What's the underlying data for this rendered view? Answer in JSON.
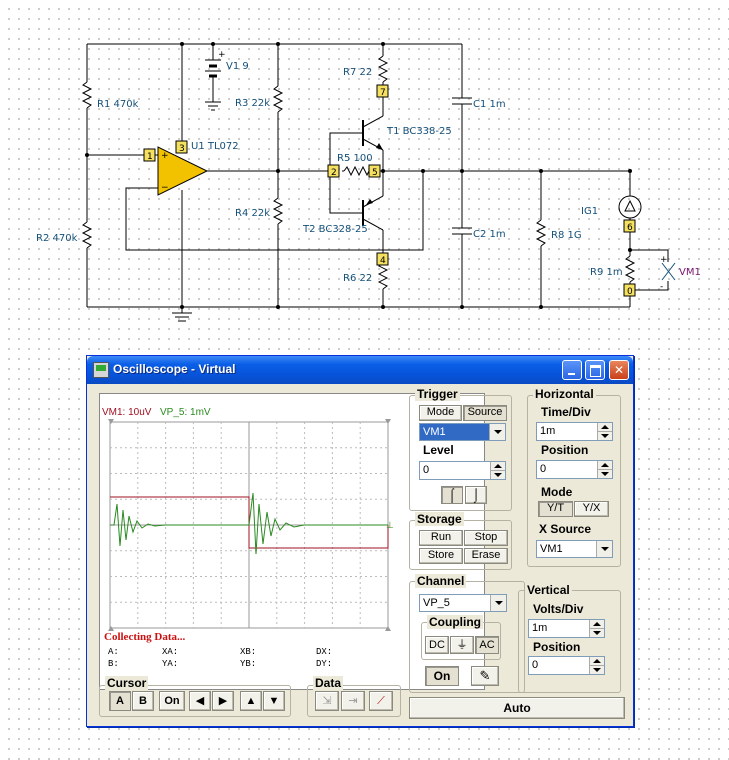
{
  "circuit": {
    "components": {
      "r1": "R1 470k",
      "r2": "R2 470k",
      "r3": "R3 22k",
      "r4": "R4 22k",
      "r5": "R5 100",
      "r6": "R6 22",
      "r7": "R7 22",
      "r8": "R8 1G",
      "r9": "R9 1m",
      "c1": "C1 1m",
      "c2": "C2 1m",
      "u1": "U1 TL072",
      "v1": "V1 9",
      "t1": "T1 BC338-25",
      "t2": "T2 BC328-25",
      "ig1": "IG1",
      "vm1": "VM1"
    },
    "nodes": [
      "1",
      "3",
      "2",
      "5",
      "7",
      "4",
      "6",
      "0"
    ],
    "plus_sign": "+",
    "minus_sign": "-"
  },
  "window": {
    "title": "Oscilloscope - Virtual",
    "screen": {
      "channel_label_a": "VM1: 10uV",
      "channel_label_b": "VP_5: 1mV",
      "status": "Collecting Data...",
      "cursor_readouts": {
        "a": "A:",
        "b": "B:",
        "xa": "XA:",
        "ya": "YA:",
        "xb": "XB:",
        "yb": "YB:",
        "dx": "DX:",
        "dy": "DY:"
      },
      "colors": {
        "ch_a": "#a01020",
        "ch_b": "#2a8a20"
      }
    },
    "trigger": {
      "title": "Trigger",
      "mode_label": "Mode",
      "source_label": "Source",
      "source_value": "VM1",
      "level_label": "Level",
      "level_value": "0",
      "edge_rise_icon": "rising-edge-icon",
      "edge_fall_icon": "falling-edge-icon"
    },
    "horizontal": {
      "title": "Horizontal",
      "time_div_label": "Time/Div",
      "time_div_value": "1m",
      "position_label": "Position",
      "position_value": "0",
      "mode_label": "Mode",
      "yt_label": "Y/T",
      "yx_label": "Y/X",
      "x_source_label": "X Source",
      "x_source_value": "VM1"
    },
    "storage": {
      "title": "Storage",
      "run": "Run",
      "stop": "Stop",
      "store": "Store",
      "erase": "Erase"
    },
    "channel": {
      "title": "Channel",
      "value": "VP_5",
      "coupling_title": "Coupling",
      "dc": "DC",
      "gnd": "⏚",
      "ac": "AC",
      "on": "On"
    },
    "vertical": {
      "title": "Vertical",
      "volts_div_label": "Volts/Div",
      "volts_div_value": "1m",
      "position_label": "Position",
      "position_value": "0"
    },
    "cursor": {
      "title": "Cursor",
      "a": "A",
      "b": "B",
      "on": "On"
    },
    "data": {
      "title": "Data"
    },
    "auto": "Auto"
  }
}
